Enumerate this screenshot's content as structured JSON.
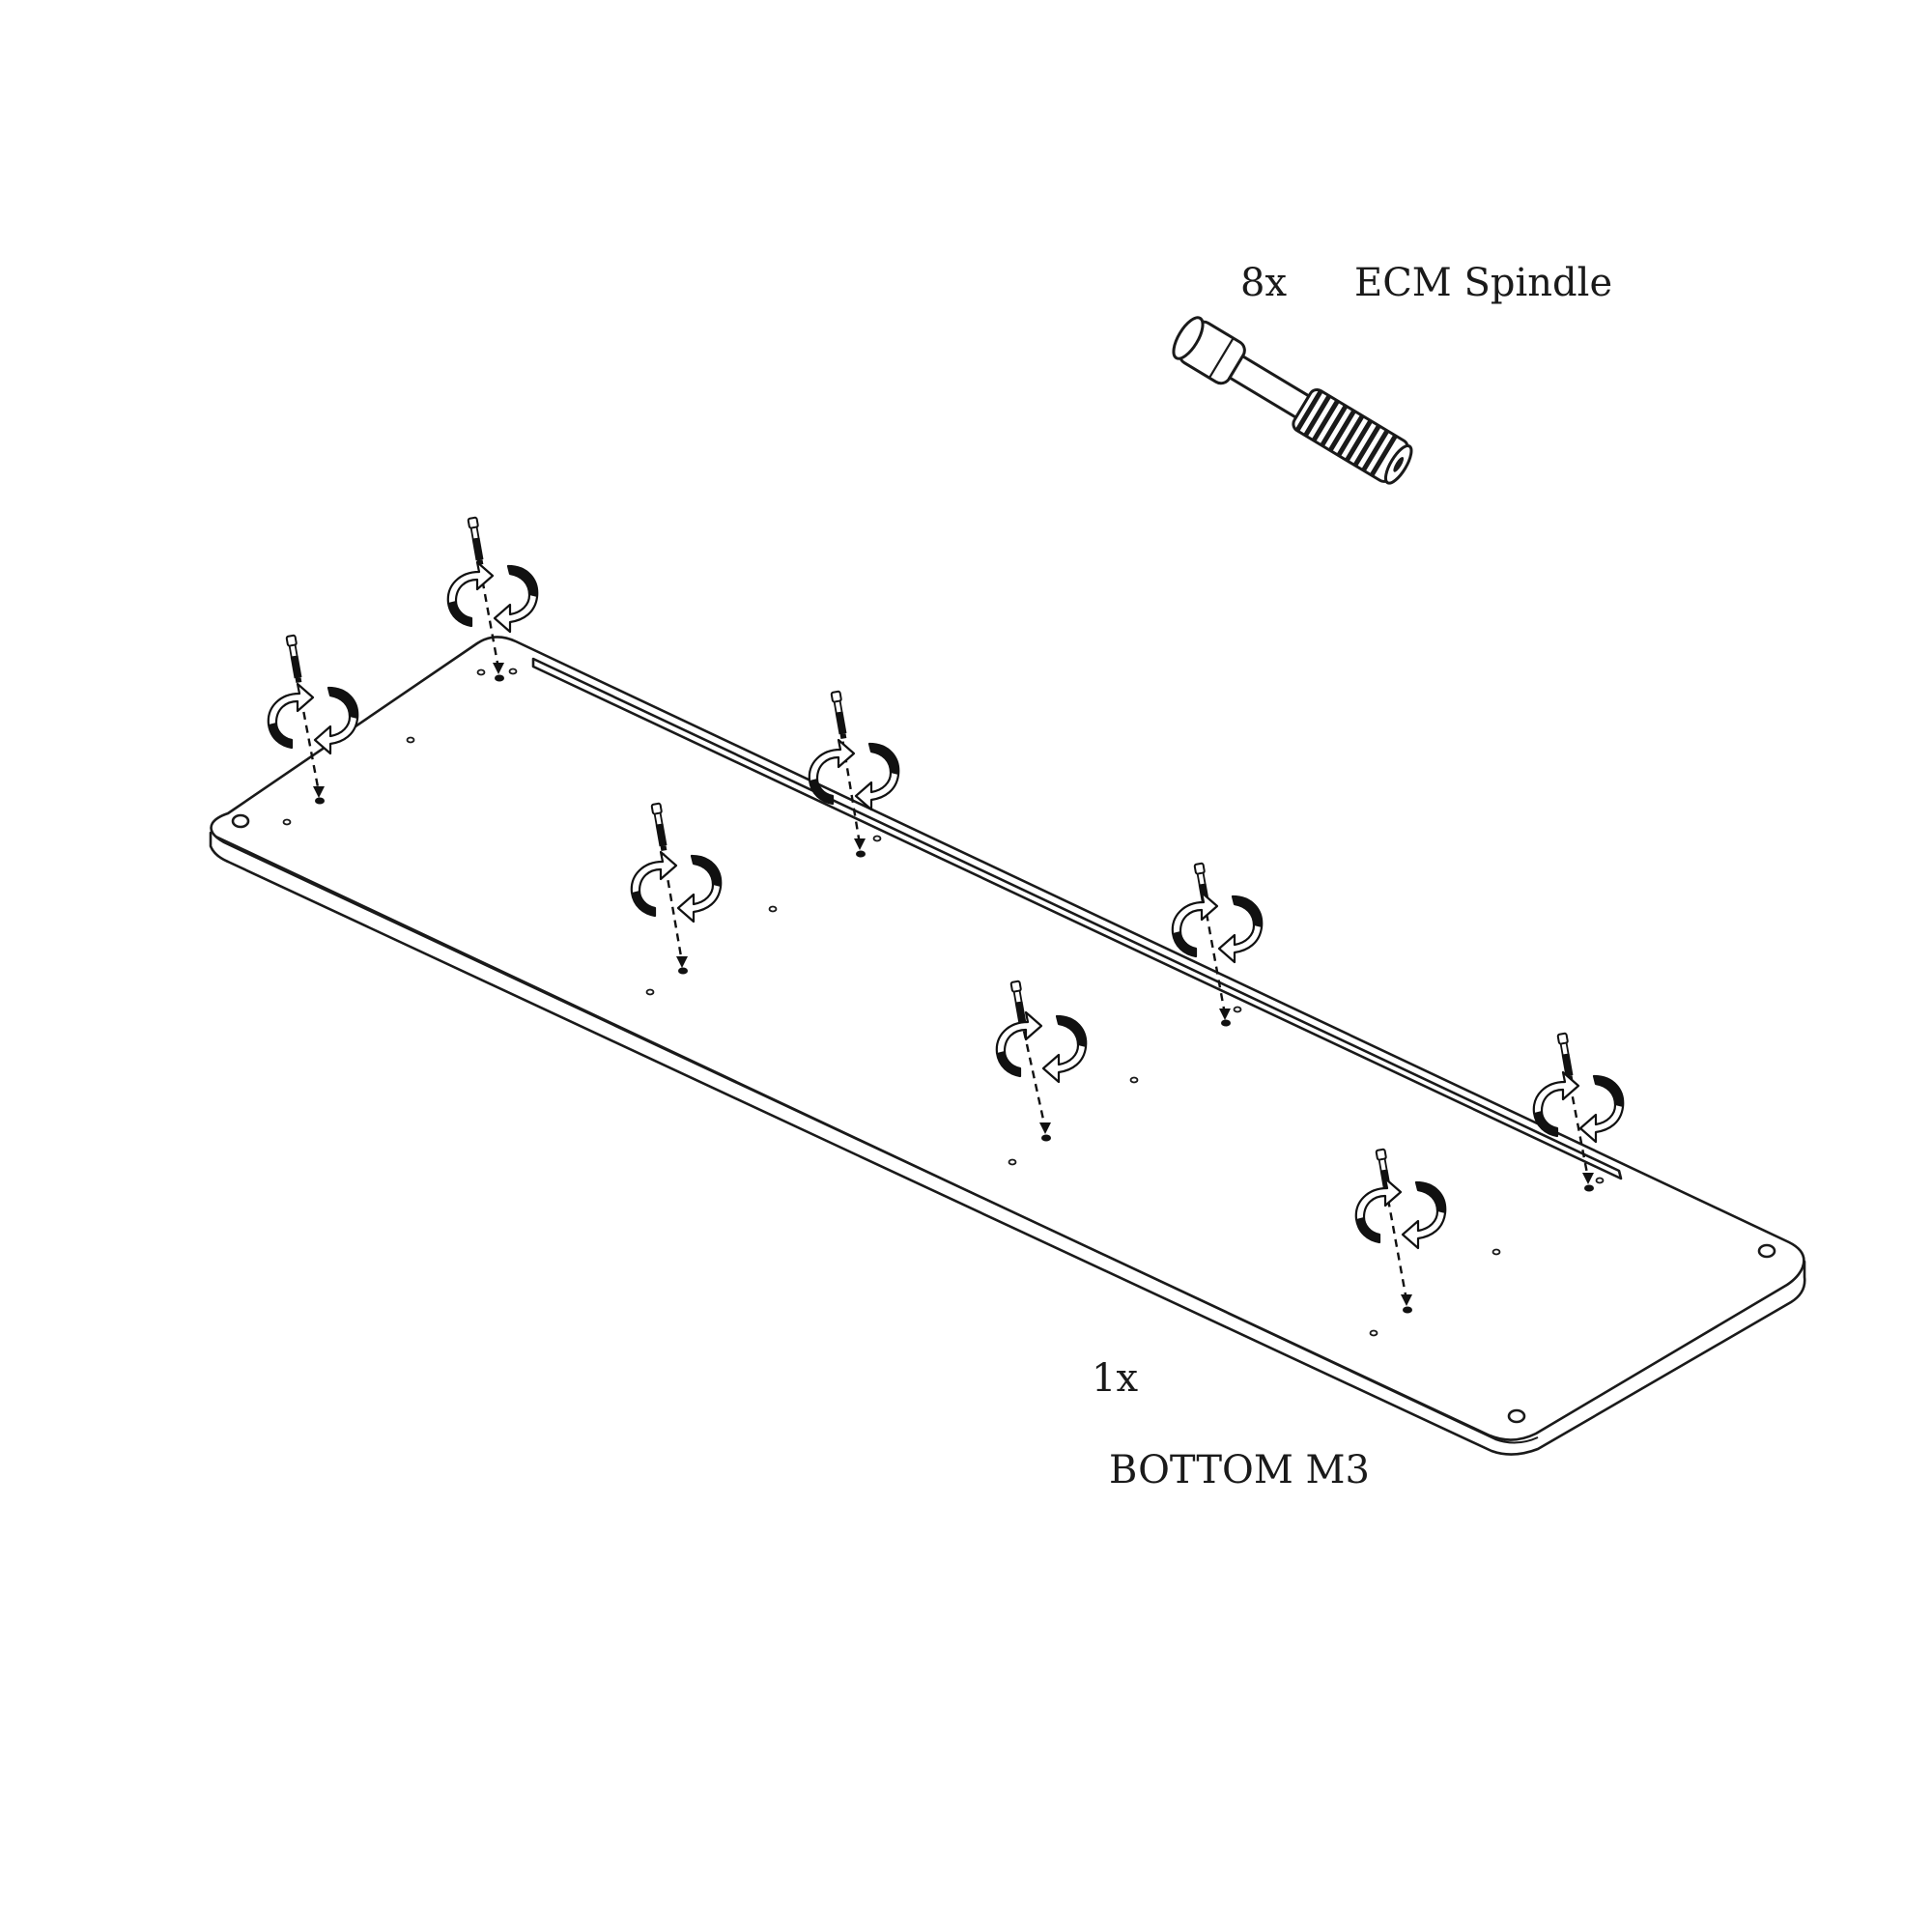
{
  "spindle": {
    "quantity": "8x",
    "name": "ECM Spindle"
  },
  "plate": {
    "quantity": "1x",
    "name": "BOTTOM M3"
  },
  "colors": {
    "ink": "#1a1a1a",
    "background": "#ffffff"
  },
  "icons": {
    "rotation": "clockwise-rotate-arrows-icon",
    "drop": "dashed-down-arrow-icon"
  }
}
